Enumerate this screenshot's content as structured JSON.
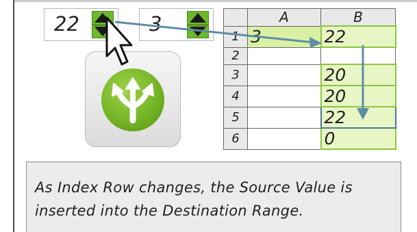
{
  "index_spinner": {
    "value": "22"
  },
  "source_spinner": {
    "value": "3"
  },
  "run_button": {
    "icon": "split-arrows-icon",
    "accent": "#6aaa1e"
  },
  "sheet": {
    "columns": [
      "A",
      "B"
    ],
    "rows": [
      {
        "num": "1",
        "a": "3",
        "b": "22"
      },
      {
        "num": "2",
        "a": "",
        "b": ""
      },
      {
        "num": "3",
        "a": "",
        "b": "20"
      },
      {
        "num": "4",
        "a": "",
        "b": "20"
      },
      {
        "num": "5",
        "a": "",
        "b": "22"
      },
      {
        "num": "6",
        "a": "",
        "b": "0"
      }
    ]
  },
  "caption": {
    "text": "As Index Row changes, the Source Value is inserted into the Destination Range."
  },
  "colors": {
    "arrow": "#5d8ca4",
    "highlight": "#e8f6c6",
    "spinner": "#6db82c"
  }
}
